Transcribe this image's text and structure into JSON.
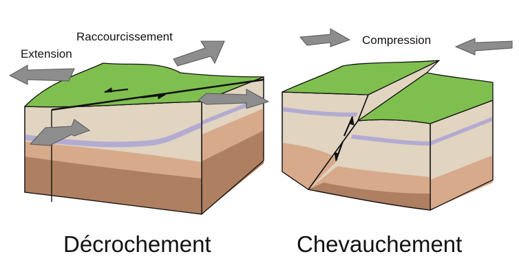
{
  "strike_slip": {
    "caption": "Décrochement",
    "labels": {
      "extension": "Extension",
      "shortening": "Raccourcissement"
    }
  },
  "thrust": {
    "caption": "Chevauchement",
    "labels": {
      "compression": "Compression"
    }
  },
  "colors": {
    "surface": "#7fbf4f",
    "outline": "#111111",
    "light_layer": "#e1d4c0",
    "band": "#b3abd2",
    "mid_layer": "#d7aa8c",
    "deep_layer": "#ae7f61",
    "arrow": "#8d8d8d"
  }
}
